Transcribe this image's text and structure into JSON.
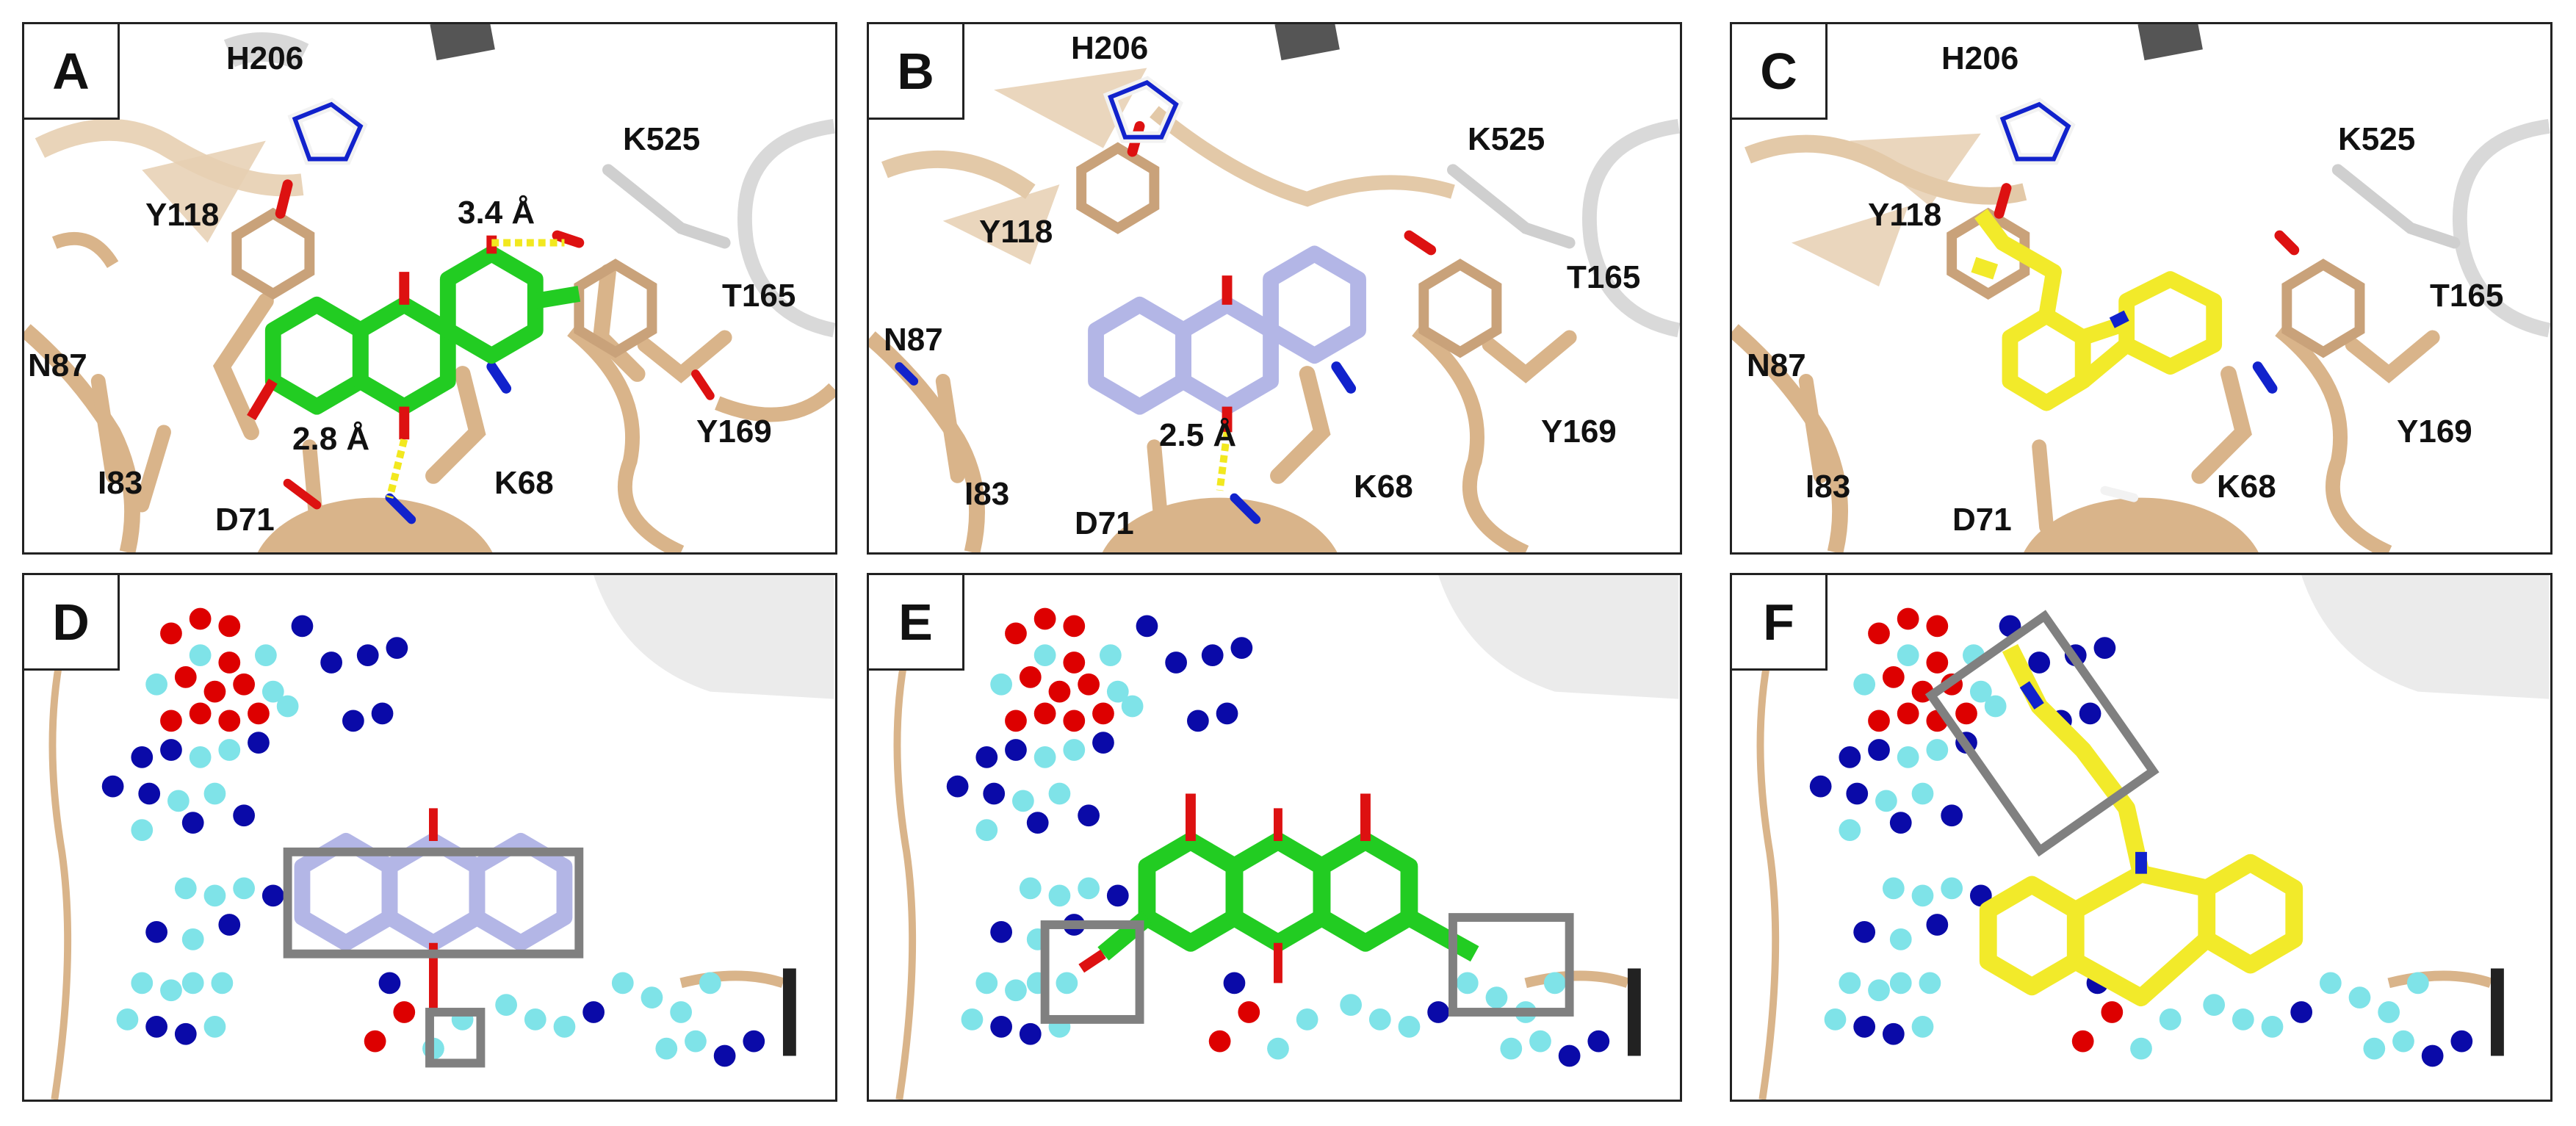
{
  "panels": [
    {
      "label": "A",
      "residues": [
        "H206",
        "K525",
        "Y118",
        "T165",
        "N87",
        "Y169",
        "I83",
        "K68",
        "D71"
      ],
      "distances": [
        "3.4 Å",
        "2.8 Å"
      ]
    },
    {
      "label": "B",
      "residues": [
        "H206",
        "K525",
        "Y118",
        "T165",
        "N87",
        "Y169",
        "I83",
        "K68",
        "D71"
      ],
      "distances": [
        "2.5 Å"
      ]
    },
    {
      "label": "C",
      "residues": [
        "H206",
        "K525",
        "Y118",
        "T165",
        "N87",
        "Y169",
        "I83",
        "K68",
        "D71"
      ],
      "distances": []
    },
    {
      "label": "D"
    },
    {
      "label": "E"
    },
    {
      "label": "F"
    }
  ],
  "colors": {
    "protein_tan": "#d9b48a",
    "protein_white": "#e6e6e6",
    "ligand_green": "#22cc22",
    "ligand_lavender": "#b3b6e6",
    "ligand_yellow": "#f2ea2a",
    "oxygen": "#dd1111",
    "nitrogen": "#1122cc",
    "pharm_cyan": "#7fe3e8",
    "pharm_red": "#dd0000",
    "pharm_blue": "#0a0aa8",
    "box": "#808080",
    "hbond": "#f2e81f"
  }
}
